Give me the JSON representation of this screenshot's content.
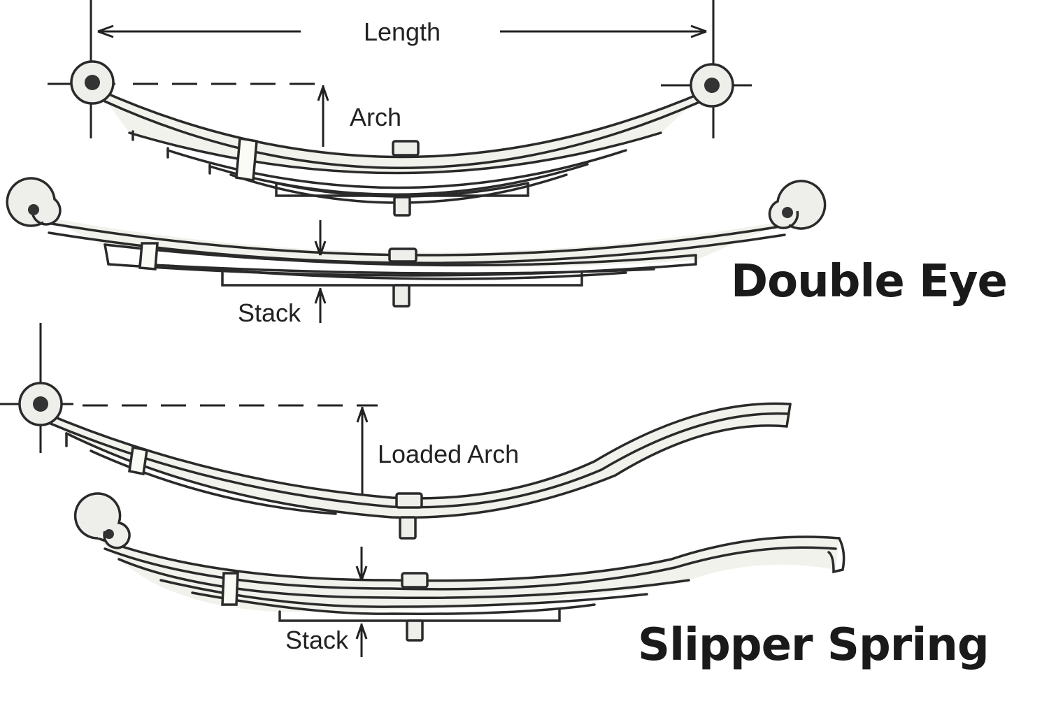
{
  "labels": {
    "length": "Length",
    "arch": "Arch",
    "stack_top": "Stack",
    "loaded_arch": "Loaded Arch",
    "stack_bottom": "Stack"
  },
  "titles": {
    "double_eye": "Double Eye",
    "slipper_spring": "Slipper Spring"
  }
}
